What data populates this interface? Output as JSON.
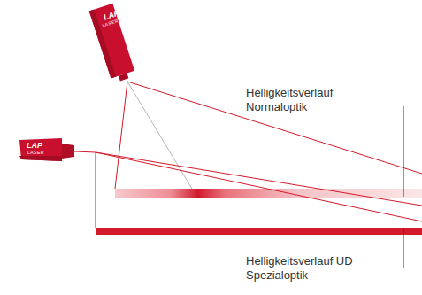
{
  "diagram": {
    "labels": [
      "LAP",
      "LASER",
      "LAP",
      "LASER",
      "Helligkeitsverlauf Normaloptik",
      "Helligkeitsverlauf UD Spezialoptik"
    ]
  }
}
